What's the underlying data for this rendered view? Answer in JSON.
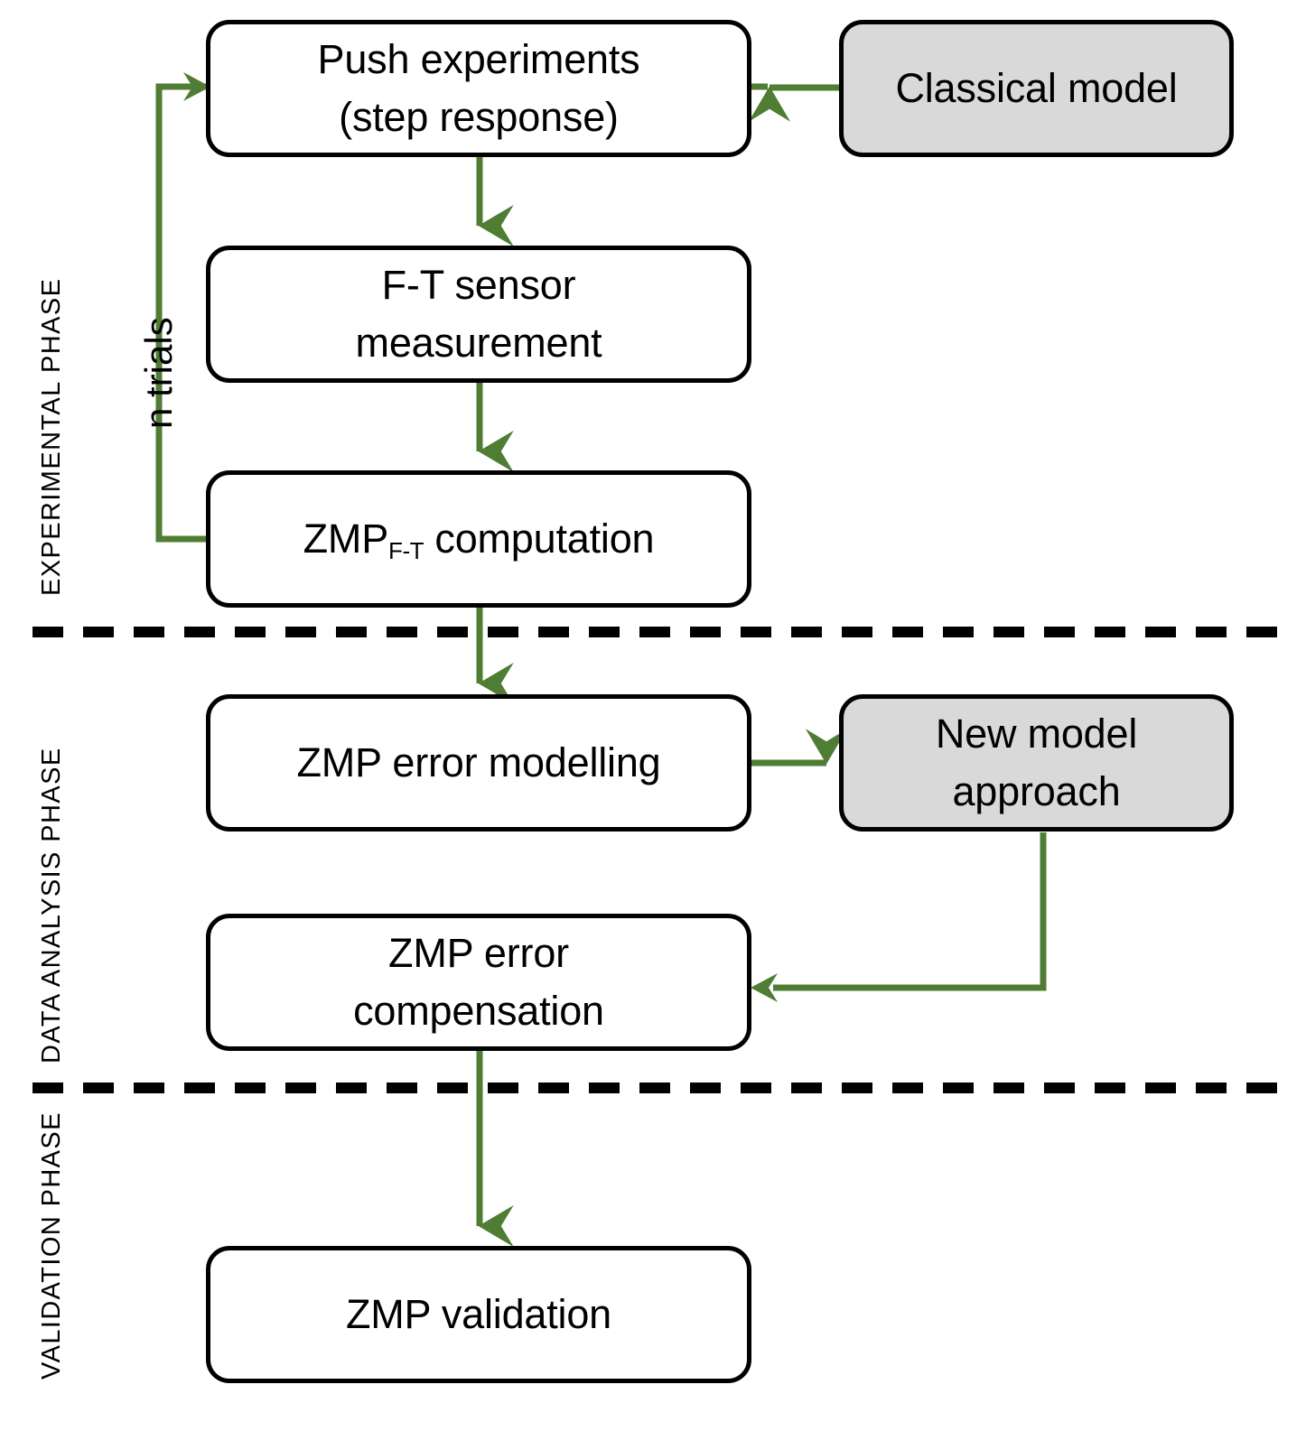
{
  "diagram": {
    "title": "ZMP experimental-analysis-validation workflow",
    "colors": {
      "arrow_green": "#4f7d33",
      "box_border": "#000000",
      "box_fill": "#ffffff",
      "shaded_box_fill": "#d9d9d9",
      "divider": "#000000",
      "text": "#000000"
    },
    "phases": [
      {
        "id": "experimental",
        "label": "EXPERIMENTAL  PHASE"
      },
      {
        "id": "data-analysis",
        "label": "DATA ANALYSIS PHASE"
      },
      {
        "id": "validation",
        "label": "VALIDATION PHASE"
      }
    ],
    "loop_label": "n trials",
    "nodes": [
      {
        "id": "push-experiments",
        "lines": [
          "Push experiments",
          "(step response)"
        ],
        "shaded": false
      },
      {
        "id": "classical-model",
        "lines": [
          "Classical model"
        ],
        "shaded": true
      },
      {
        "id": "ft-sensor-measurement",
        "lines": [
          "F-T sensor",
          "measurement"
        ],
        "shaded": false
      },
      {
        "id": "zmp-ft-computation",
        "html": "ZMP<sub>F-T</sub> computation",
        "lines": [
          "ZMP_F-T computation"
        ],
        "shaded": false
      },
      {
        "id": "zmp-error-modelling",
        "lines": [
          "ZMP error modelling"
        ],
        "shaded": false
      },
      {
        "id": "new-model-approach",
        "lines": [
          "New model",
          "approach"
        ],
        "shaded": true
      },
      {
        "id": "zmp-error-compensation",
        "lines": [
          "ZMP error",
          "compensation"
        ],
        "shaded": false
      },
      {
        "id": "zmp-validation",
        "lines": [
          "ZMP validation"
        ],
        "shaded": false
      }
    ],
    "connections": [
      {
        "from": "classical-model",
        "to": "push-experiments",
        "direction": "left"
      },
      {
        "from": "push-experiments",
        "to": "ft-sensor-measurement",
        "direction": "down"
      },
      {
        "from": "ft-sensor-measurement",
        "to": "zmp-ft-computation",
        "direction": "down"
      },
      {
        "from": "zmp-ft-computation",
        "to": "push-experiments",
        "direction": "feedback-loop",
        "label": "n trials"
      },
      {
        "from": "zmp-ft-computation",
        "to": "zmp-error-modelling",
        "direction": "down"
      },
      {
        "from": "zmp-error-modelling",
        "to": "new-model-approach",
        "direction": "right"
      },
      {
        "from": "new-model-approach",
        "to": "zmp-error-compensation",
        "direction": "down-left"
      },
      {
        "from": "zmp-error-compensation",
        "to": "zmp-validation",
        "direction": "down"
      }
    ]
  }
}
